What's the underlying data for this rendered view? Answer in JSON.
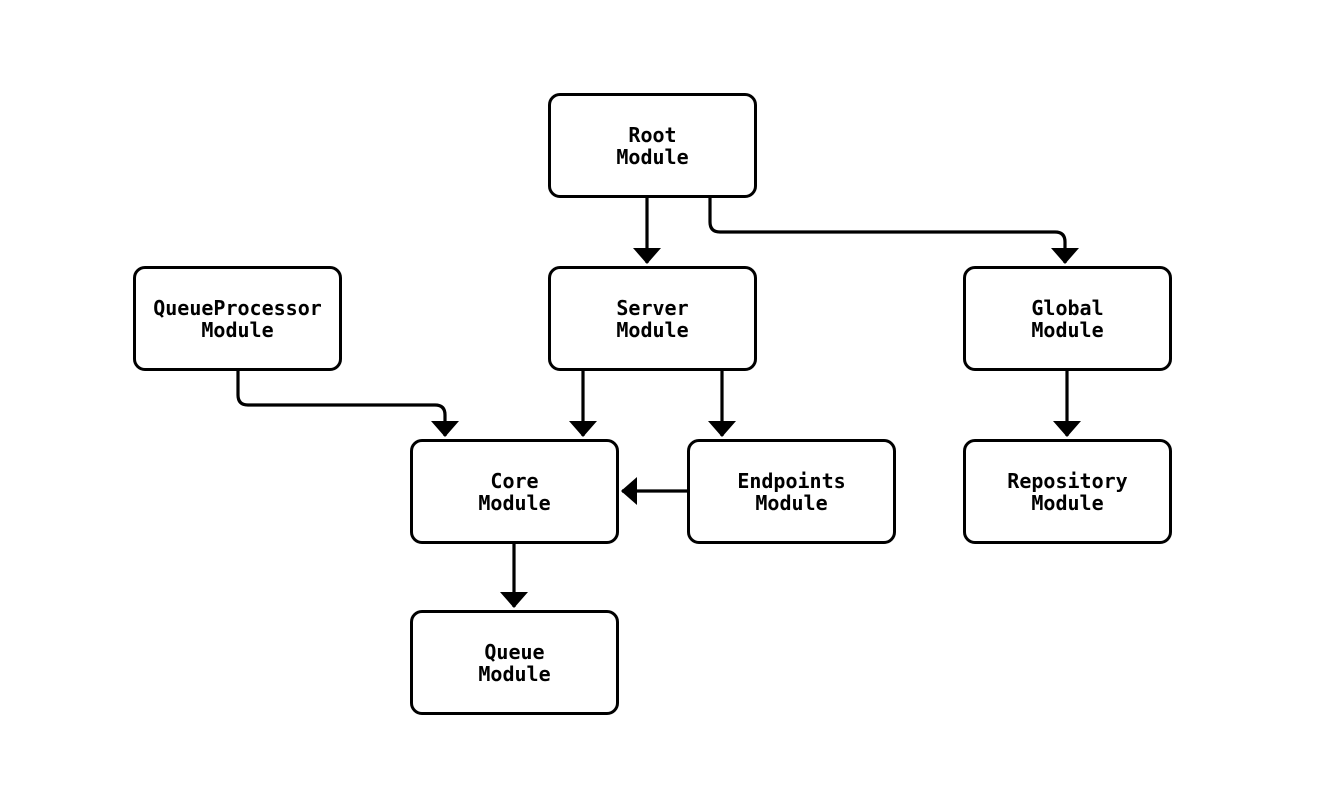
{
  "diagram": {
    "type": "module-dependency-flowchart",
    "background_color": "#ffffff",
    "stroke_color": "#000000",
    "nodes": {
      "root": {
        "label": "Root\nModule"
      },
      "server": {
        "label": "Server\nModule"
      },
      "global": {
        "label": "Global\nModule"
      },
      "queueprocessor": {
        "label": "QueueProcessor\nModule"
      },
      "core": {
        "label": "Core\nModule"
      },
      "endpoints": {
        "label": "Endpoints\nModule"
      },
      "repository": {
        "label": "Repository\nModule"
      },
      "queue": {
        "label": "Queue\nModule"
      }
    },
    "edges": [
      {
        "from": "root",
        "to": "server"
      },
      {
        "from": "root",
        "to": "global"
      },
      {
        "from": "queueprocessor",
        "to": "core"
      },
      {
        "from": "server",
        "to": "core"
      },
      {
        "from": "server",
        "to": "endpoints"
      },
      {
        "from": "endpoints",
        "to": "core"
      },
      {
        "from": "global",
        "to": "repository"
      },
      {
        "from": "core",
        "to": "queue"
      }
    ]
  }
}
